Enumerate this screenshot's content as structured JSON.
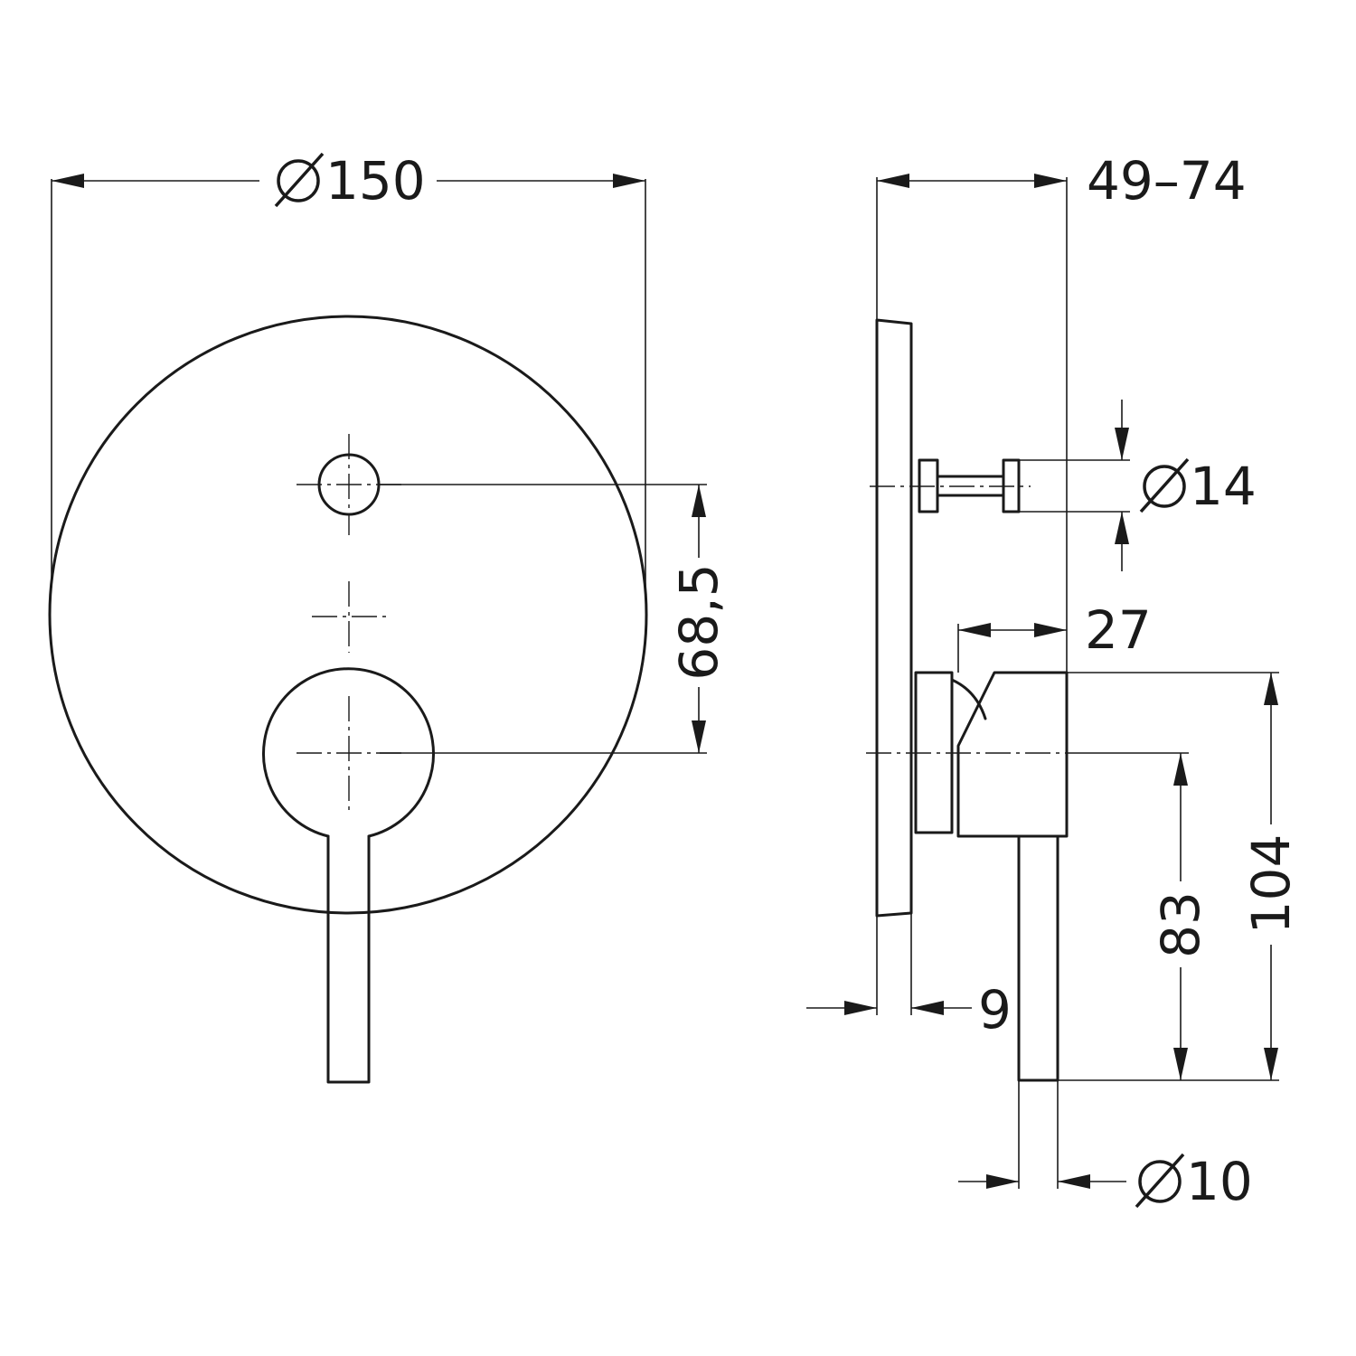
{
  "dimensions": {
    "plate_diameter": {
      "symbol": "diameter",
      "value": "150"
    },
    "depth_range": {
      "value": "49–74"
    },
    "handle_offset": {
      "value": "68,5"
    },
    "spindle_diameter": {
      "symbol": "diameter",
      "value": "14"
    },
    "body_depth": {
      "value": "27"
    },
    "overall_height": {
      "value": "104"
    },
    "lever_height": {
      "value": "83"
    },
    "plate_thickness": {
      "value": "9"
    },
    "lever_diameter": {
      "symbol": "diameter",
      "value": "10"
    }
  },
  "colors": {
    "line": "#1a1a1a",
    "background": "#ffffff"
  }
}
